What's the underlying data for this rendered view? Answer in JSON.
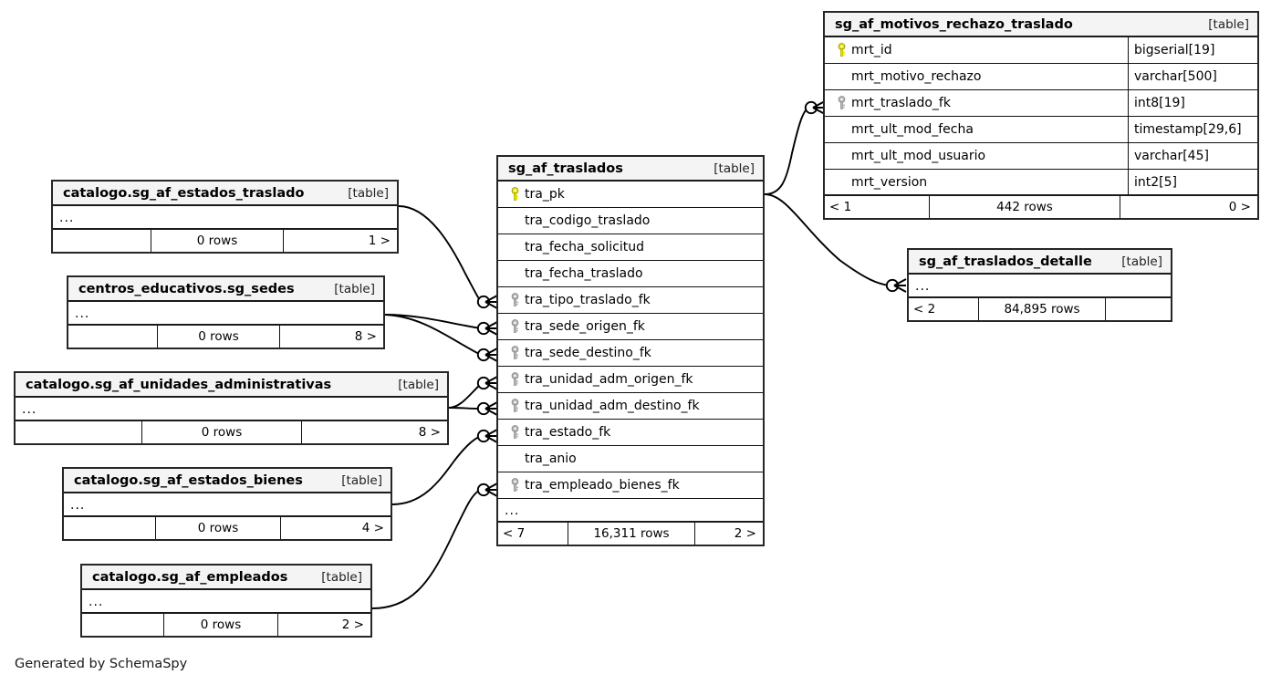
{
  "diagram": {
    "generator_credit": "Generated by SchemaSpy",
    "table_tag": "[table]",
    "ellipsis": "...",
    "colors": {
      "primary_key_icon": "#e8e800",
      "foreign_key_icon": "#b3b3b3",
      "table_border": "#262626",
      "header_background": "#f4f4f4",
      "edge_stroke": "#000000",
      "page_background": "#ffffff"
    }
  },
  "tables": {
    "motivos_rechazo": {
      "name": "sg_af_motivos_rechazo_traslado",
      "tag": "[table]",
      "columns": [
        {
          "name": "mrt_id",
          "type": "bigserial[19]",
          "key": "primary"
        },
        {
          "name": "mrt_motivo_rechazo",
          "type": "varchar[500]",
          "key": "none"
        },
        {
          "name": "mrt_traslado_fk",
          "type": "int8[19]",
          "key": "foreign"
        },
        {
          "name": "mrt_ult_mod_fecha",
          "type": "timestamp[29,6]",
          "key": "none"
        },
        {
          "name": "mrt_ult_mod_usuario",
          "type": "varchar[45]",
          "key": "none"
        },
        {
          "name": "mrt_version",
          "type": "int2[5]",
          "key": "none"
        }
      ],
      "footer": {
        "left": "< 1",
        "middle": "442 rows",
        "right": "0 >"
      }
    },
    "traslados": {
      "name": "sg_af_traslados",
      "tag": "[table]",
      "columns": [
        {
          "name": "tra_pk",
          "type": "",
          "key": "primary"
        },
        {
          "name": "tra_codigo_traslado",
          "type": "",
          "key": "none"
        },
        {
          "name": "tra_fecha_solicitud",
          "type": "",
          "key": "none"
        },
        {
          "name": "tra_fecha_traslado",
          "type": "",
          "key": "none"
        },
        {
          "name": "tra_tipo_traslado_fk",
          "type": "",
          "key": "foreign"
        },
        {
          "name": "tra_sede_origen_fk",
          "type": "",
          "key": "foreign"
        },
        {
          "name": "tra_sede_destino_fk",
          "type": "",
          "key": "foreign"
        },
        {
          "name": "tra_unidad_adm_origen_fk",
          "type": "",
          "key": "foreign"
        },
        {
          "name": "tra_unidad_adm_destino_fk",
          "type": "",
          "key": "foreign"
        },
        {
          "name": "tra_estado_fk",
          "type": "",
          "key": "foreign"
        },
        {
          "name": "tra_anio",
          "type": "",
          "key": "none"
        },
        {
          "name": "tra_empleado_bienes_fk",
          "type": "",
          "key": "foreign"
        }
      ],
      "ellipsis": "...",
      "footer": {
        "left": "< 7",
        "middle": "16,311 rows",
        "right": "2 >"
      }
    },
    "traslados_detalle": {
      "name": "sg_af_traslados_detalle",
      "tag": "[table]",
      "ellipsis": "...",
      "footer": {
        "left": "< 2",
        "middle": "84,895 rows",
        "right": ""
      }
    },
    "estados_traslado": {
      "name": "catalogo.sg_af_estados_traslado",
      "tag": "[table]",
      "ellipsis": "...",
      "footer": {
        "left": "",
        "middle": "0 rows",
        "right": "1 >"
      }
    },
    "sedes": {
      "name": "centros_educativos.sg_sedes",
      "tag": "[table]",
      "ellipsis": "...",
      "footer": {
        "left": "",
        "middle": "0 rows",
        "right": "8 >"
      }
    },
    "unidades_administrativas": {
      "name": "catalogo.sg_af_unidades_administrativas",
      "tag": "[table]",
      "ellipsis": "...",
      "footer": {
        "left": "",
        "middle": "0 rows",
        "right": "8 >"
      }
    },
    "estados_bienes": {
      "name": "catalogo.sg_af_estados_bienes",
      "tag": "[table]",
      "ellipsis": "...",
      "footer": {
        "left": "",
        "middle": "0 rows",
        "right": "4 >"
      }
    },
    "empleados": {
      "name": "catalogo.sg_af_empleados",
      "tag": "[table]",
      "ellipsis": "...",
      "footer": {
        "left": "",
        "middle": "0 rows",
        "right": "2 >"
      }
    }
  },
  "relationships": [
    {
      "from": "estados_traslado",
      "to": "traslados.tra_tipo_traslado_fk"
    },
    {
      "from": "sedes",
      "to": "traslados.tra_sede_origen_fk"
    },
    {
      "from": "sedes",
      "to": "traslados.tra_sede_destino_fk"
    },
    {
      "from": "unidades_administrativas",
      "to": "traslados.tra_unidad_adm_origen_fk"
    },
    {
      "from": "unidades_administrativas",
      "to": "traslados.tra_unidad_adm_destino_fk"
    },
    {
      "from": "estados_bienes",
      "to": "traslados.tra_estado_fk"
    },
    {
      "from": "empleados",
      "to": "traslados.tra_empleado_bienes_fk"
    },
    {
      "from": "traslados",
      "to": "motivos_rechazo.mrt_traslado_fk"
    },
    {
      "from": "traslados",
      "to": "traslados_detalle"
    }
  ]
}
